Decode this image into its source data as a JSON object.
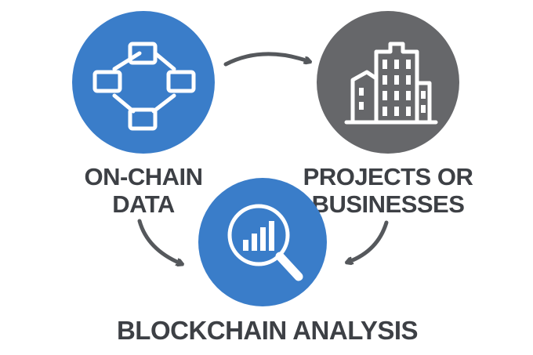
{
  "nodes": {
    "on_chain_data": {
      "line1": "ON-CHAIN",
      "line2": "DATA",
      "icon": "network-icon",
      "color": "#3a7dc9"
    },
    "projects_or_businesses": {
      "line1": "PROJECTS OR",
      "line2": "BUSINESSES",
      "icon": "buildings-icon",
      "color": "#66676a"
    },
    "blockchain_analysis": {
      "label": "BLOCKCHAIN ANALYSIS",
      "icon": "magnifier-chart-icon",
      "color": "#3a7dc9"
    }
  },
  "colors": {
    "text": "#3d4045",
    "arrow": "#55585c",
    "icon_stroke": "#ffffff"
  }
}
